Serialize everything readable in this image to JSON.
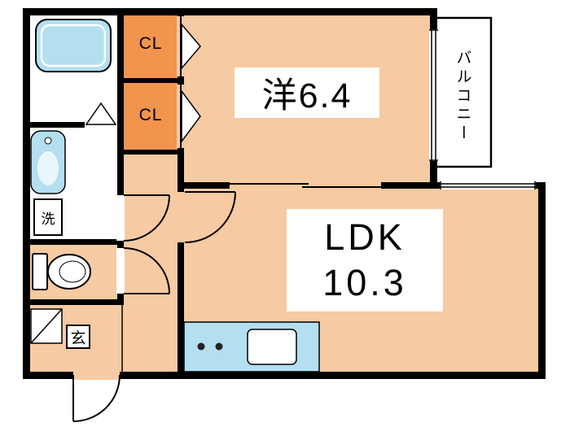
{
  "rooms": {
    "western": {
      "label": "洋6.4"
    },
    "ldk": {
      "name": "LDK",
      "size": "10.3"
    },
    "balcony": {
      "label": "バルコニー"
    },
    "closets": [
      {
        "label": "CL"
      },
      {
        "label": "CL"
      }
    ],
    "entrance": {
      "label": "玄"
    },
    "laundry": {
      "label": "洗"
    }
  },
  "colors": {
    "room_peach": "#F6CAA2",
    "closet_orange": "#F0944E",
    "fixture_blue": "#B3DFF1",
    "wall_black": "#000000",
    "background": "#FFFFFF"
  }
}
